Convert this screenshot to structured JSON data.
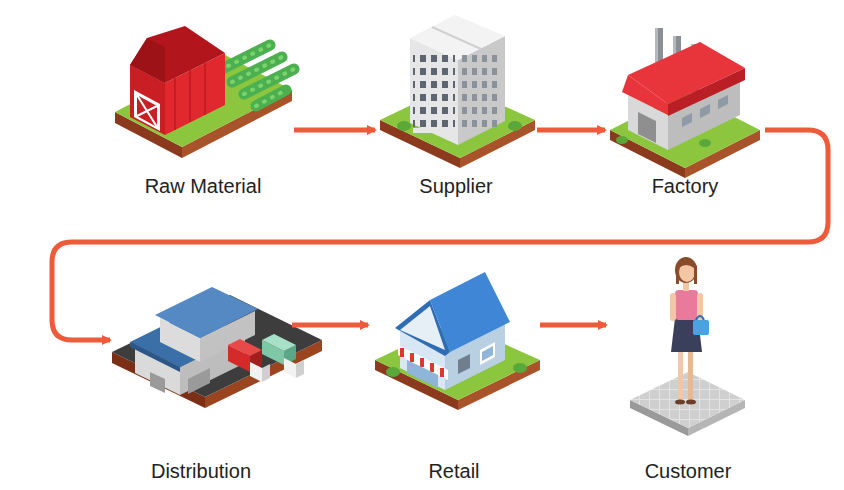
{
  "diagram": {
    "nodes": [
      {
        "text": [
          "Raw Material"
        ]
      },
      {
        "text": [
          "Supplier"
        ]
      },
      {
        "text": [
          "Factory"
        ]
      },
      {
        "text": [
          "Distribution"
        ]
      },
      {
        "text": [
          "Retail"
        ]
      },
      {
        "text": [
          "Customer"
        ]
      }
    ],
    "edges": [
      {
        "from": 0,
        "to": 1,
        "arrow": "to"
      },
      {
        "from": 1,
        "to": 2,
        "arrow": "to"
      },
      {
        "from": 2,
        "to": 3,
        "arrow": "to"
      },
      {
        "from": 3,
        "to": 4,
        "arrow": "to"
      },
      {
        "from": 4,
        "to": 5,
        "arrow": "to"
      }
    ]
  }
}
